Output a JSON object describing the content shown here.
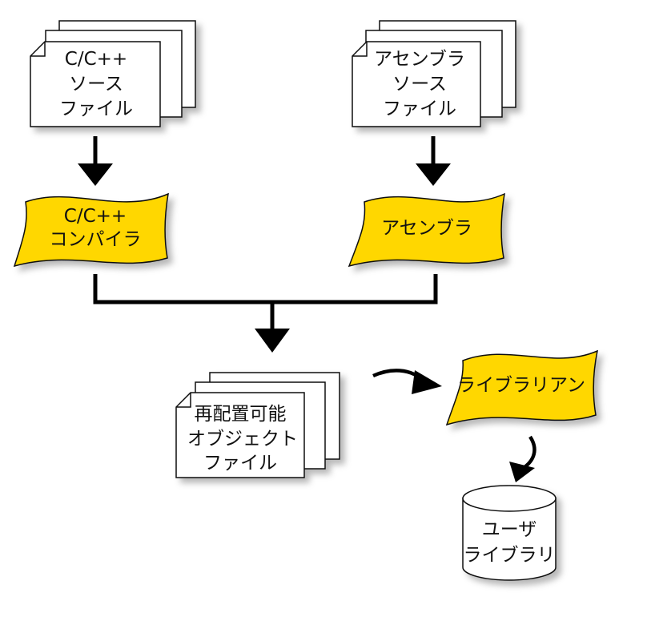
{
  "nodes": {
    "cpp_source": {
      "lines": [
        "C/C++",
        "ソース",
        "ファイル"
      ]
    },
    "asm_source": {
      "lines": [
        "アセンブラ",
        "ソース",
        "ファイル"
      ]
    },
    "cpp_compiler": {
      "lines": [
        "C/C++",
        "コンパイラ"
      ]
    },
    "assembler": {
      "lines": [
        "アセンブラ"
      ]
    },
    "object_file": {
      "lines": [
        "再配置可能",
        "オブジェクト",
        "ファイル"
      ]
    },
    "librarian": {
      "lines": [
        "ライブラリアン"
      ]
    },
    "user_library": {
      "lines": [
        "ユーザ",
        "ライブラリ"
      ]
    }
  },
  "colors": {
    "process_fill": "#FFD700",
    "document_fill": "#FFFFFF",
    "stroke": "#111111",
    "arrow": "#000000",
    "shadow": "#BBBBBB"
  }
}
